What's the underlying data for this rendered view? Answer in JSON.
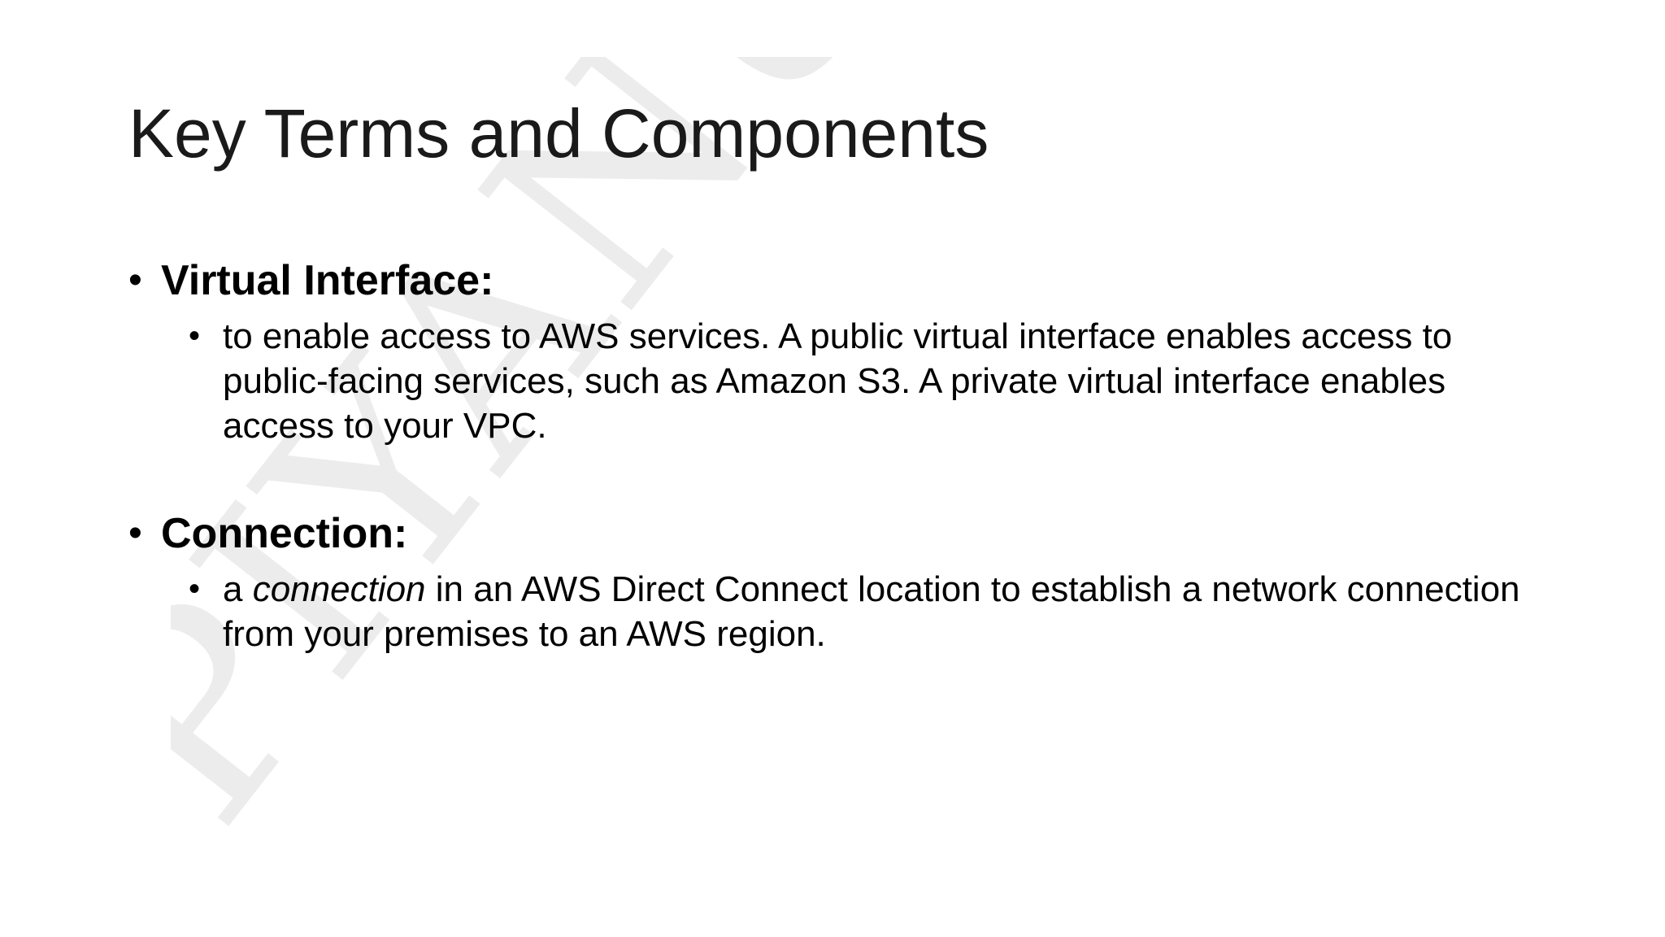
{
  "slide": {
    "title": "Key Terms and Components",
    "watermark": "PIYANU",
    "bullet_symbol": "•",
    "terms": [
      {
        "label": "Virtual Interface:",
        "detail": "to enable access to AWS services. A public virtual interface enables access to public-facing services, such as Amazon S3. A private virtual interface enables access to your VPC."
      },
      {
        "label": "Connection:",
        "detail_prefix": " a ",
        "detail_emphasis": "connection",
        "detail_suffix": " in an AWS Direct Connect location to establish a network connection from your premises to an AWS region."
      }
    ]
  }
}
